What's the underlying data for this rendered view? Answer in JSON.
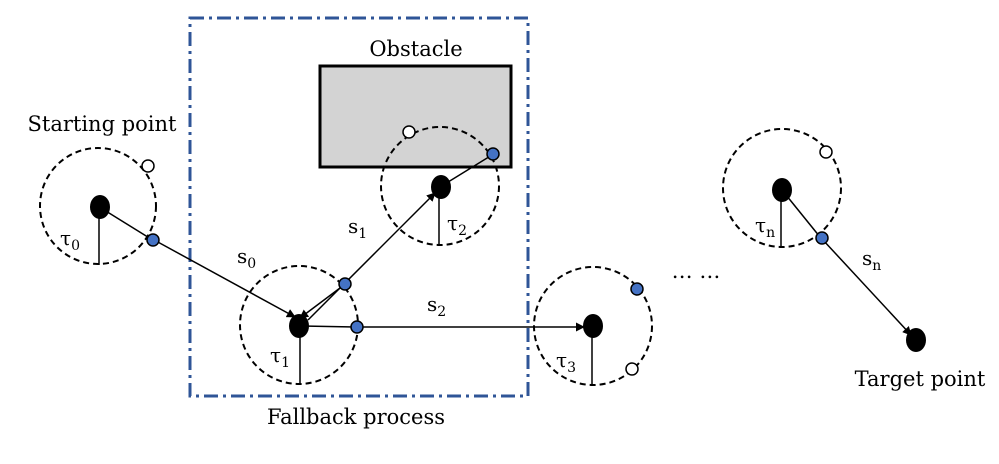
{
  "labels": {
    "obstacle": "Obstacle",
    "starting_point": "Starting point",
    "target_point": "Target point",
    "fallback_process": "Fallback process",
    "ellipsis": "… …"
  },
  "nodes": [
    {
      "symbol": "τ",
      "index": "0"
    },
    {
      "symbol": "τ",
      "index": "1"
    },
    {
      "symbol": "τ",
      "index": "2"
    },
    {
      "symbol": "τ",
      "index": "3"
    },
    {
      "symbol": "τ",
      "index": "n"
    }
  ],
  "segments": [
    {
      "symbol": "s",
      "index": "0"
    },
    {
      "symbol": "s",
      "index": "1"
    },
    {
      "symbol": "s",
      "index": "2"
    },
    {
      "symbol": "s",
      "index": "n"
    }
  ],
  "colors": {
    "obstacle_fill": "#d3d3d3",
    "blue_point": "#4472c4",
    "fallback_border": "#2f5597",
    "black": "#000000"
  }
}
